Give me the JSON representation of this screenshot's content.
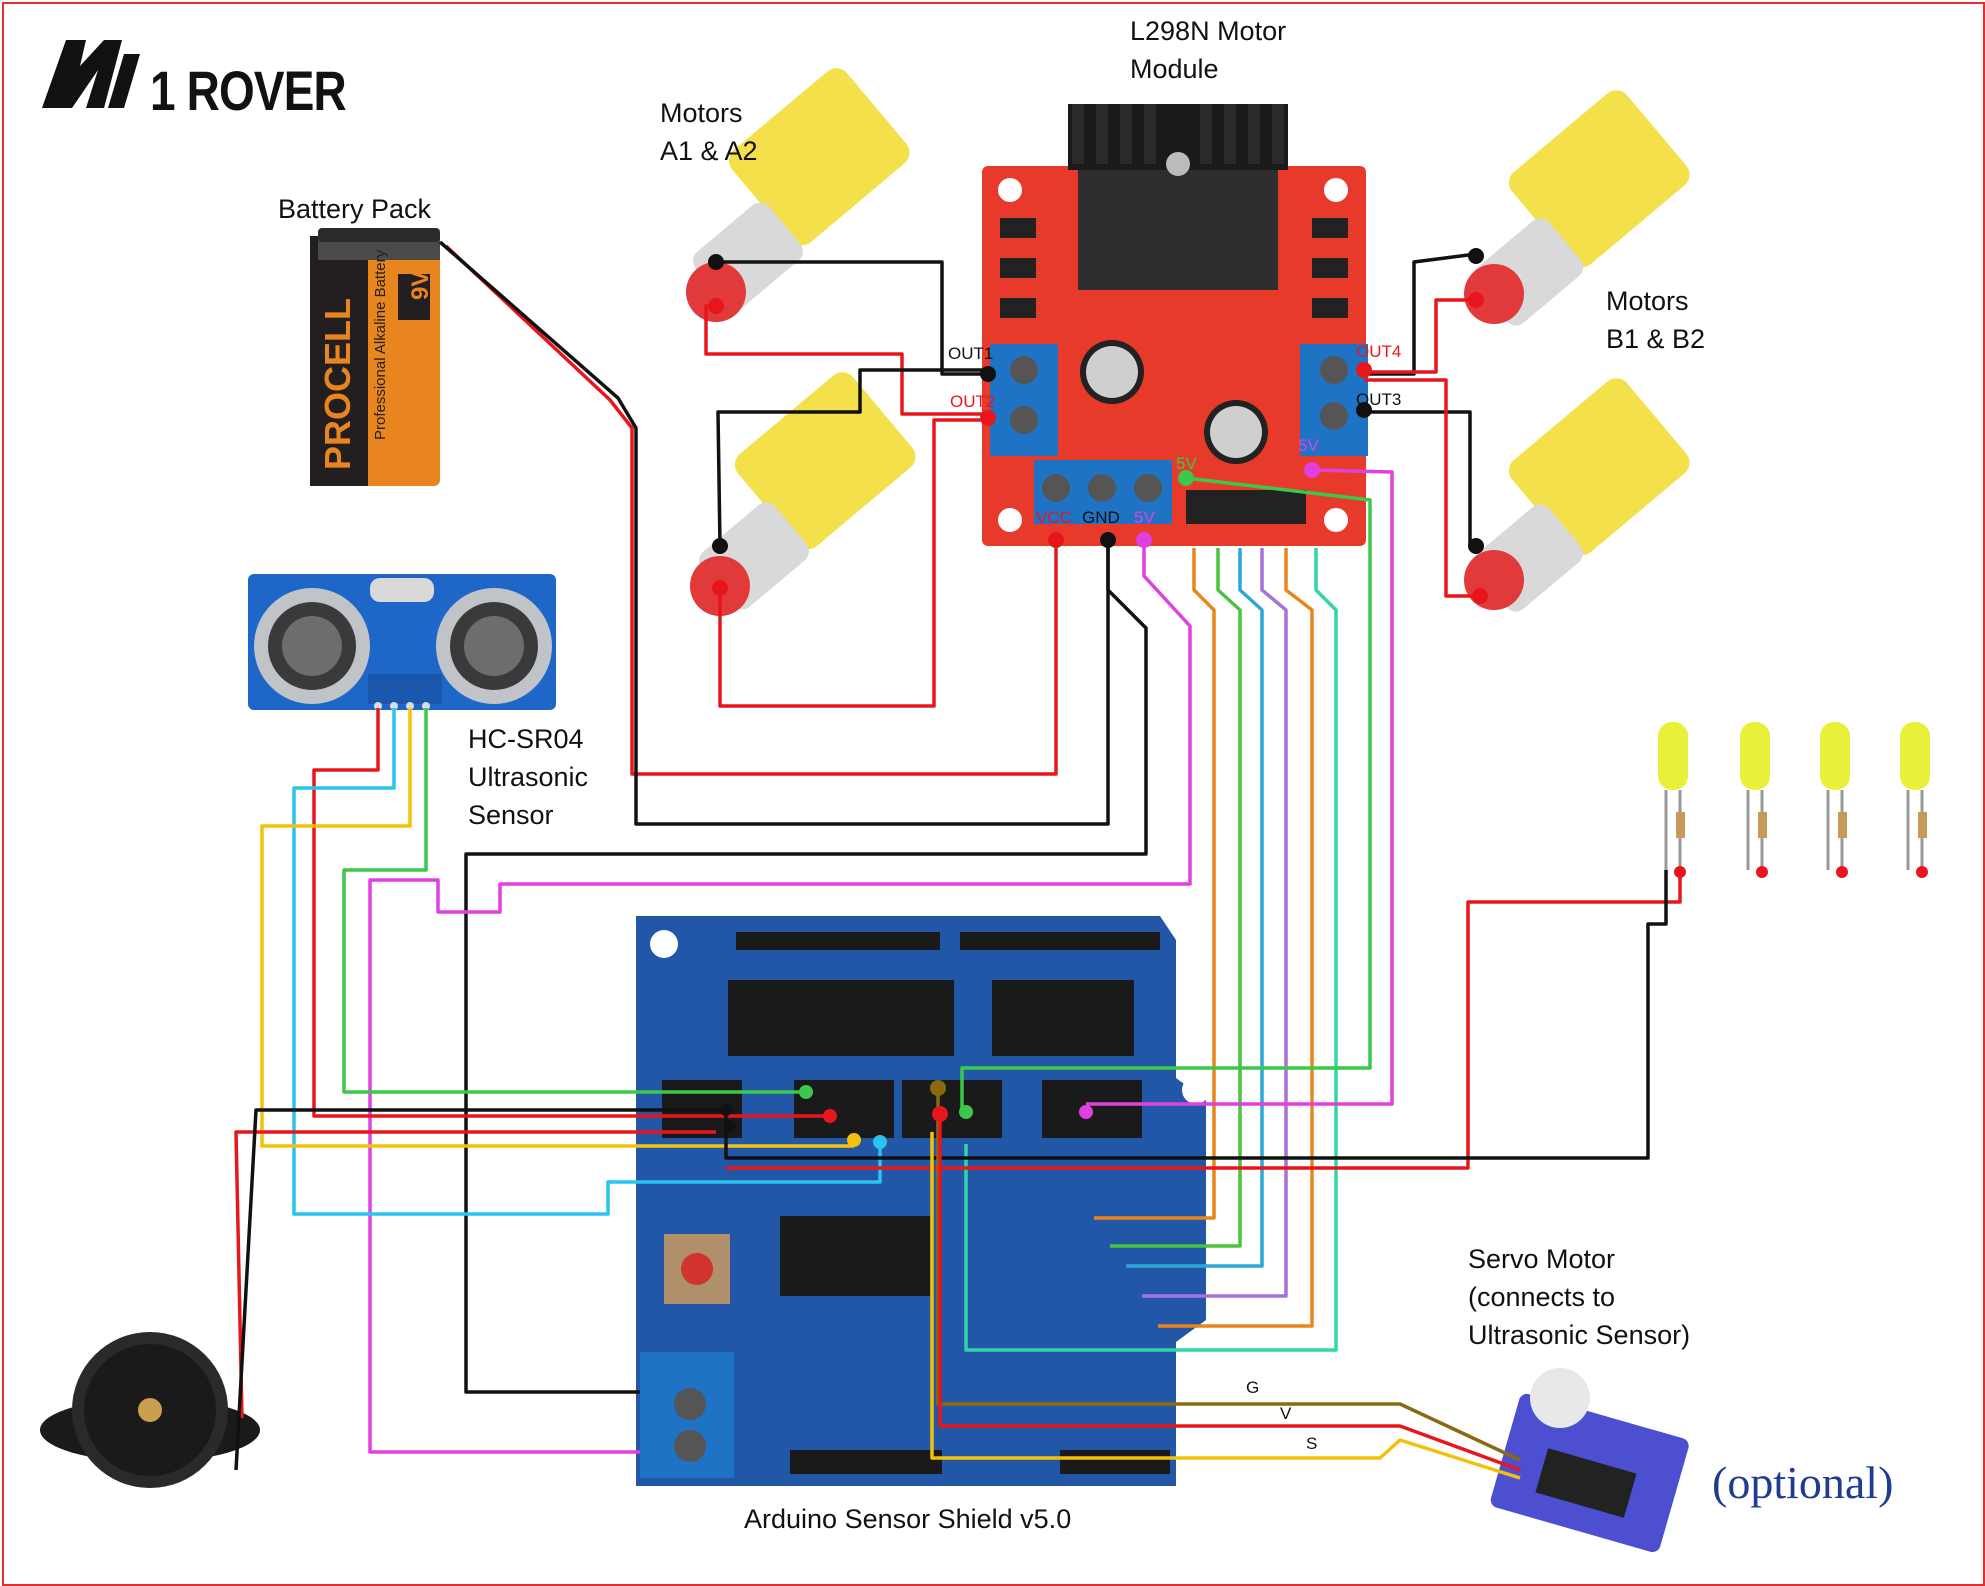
{
  "brand": {
    "name": "1 ROVER"
  },
  "labels": {
    "l298n_line1": "L298N Motor",
    "l298n_line2": "Module",
    "motors_a_line1": "Motors",
    "motors_a_line2": "A1 & A2",
    "motors_b_line1": "Motors",
    "motors_b_line2": "B1 & B2",
    "battery": "Battery Pack",
    "sensor_line1": "HC-SR04",
    "sensor_line2": "Ultrasonic",
    "sensor_line3": "Sensor",
    "servo_line1": "Servo Motor",
    "servo_line2": "(connects to",
    "servo_line3": "Ultrasonic Sensor)",
    "optional": "(optional)",
    "shield": "Arduino Sensor Shield v5.0"
  },
  "pins": {
    "out1": "OUT1",
    "out2": "OUT2",
    "out3": "OUT3",
    "out4": "OUT4",
    "vcc": "VCC",
    "gnd": "GND",
    "fivev_terminal": "5V",
    "fivev_jumper_left": "5V",
    "fivev_jumper_right": "5V",
    "servo_g": "G",
    "servo_v": "V",
    "servo_s": "S"
  },
  "colors": {
    "frame": "#e23030",
    "wire_red": "#e8161c",
    "wire_black": "#111111",
    "wire_green": "#3cc84a",
    "wire_magenta": "#e040e0",
    "wire_cyan": "#29c4f0",
    "wire_yellow": "#f2c20a",
    "wire_orange": "#e8861a",
    "wire_lime": "#49c43c",
    "wire_sky": "#2aa8d6",
    "wire_purple": "#a870d8",
    "wire_teal": "#2ed6a8",
    "wire_brown": "#8a6a10",
    "l298n_board": "#e83a2a",
    "shield_board": "#2257a8",
    "motor_yellow": "#f3e04a",
    "led_yellow": "#e8f03a"
  }
}
